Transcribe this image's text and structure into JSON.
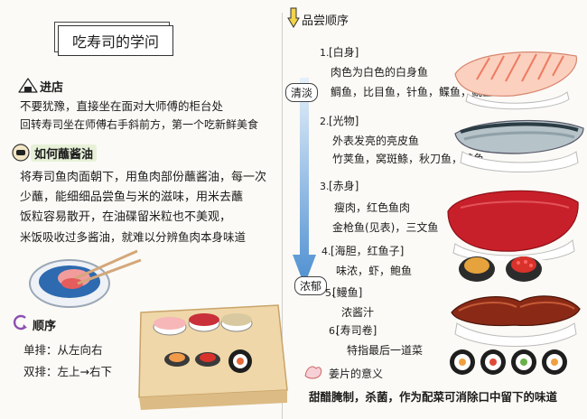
{
  "title": "吃寿司的学问",
  "left": {
    "enter_store": {
      "heading": "进店",
      "lines": [
        "不要犹豫，直接坐在面对大师傅的柜台处",
        "回转寿司坐在师傅右手斜前方，第一个吃新鲜美食"
      ]
    },
    "soy": {
      "heading": "如何蘸酱油",
      "lines": [
        "将寿司鱼肉面朝下，用鱼肉部份蘸酱油，每一次",
        "少蘸，能细细品尝鱼与米的滋味，用米去蘸",
        "饭粒容易散开，在油碟留米粒也不美观，",
        "米饭吸收过多酱油，就难以分辨鱼肉本身味道"
      ]
    },
    "order": {
      "heading": "顺序",
      "single": "单排：从左向右",
      "double": "双排：左上→右下"
    }
  },
  "right": {
    "heading": "品尝顺序",
    "light_label": "清淡",
    "heavy_label": "浓郁",
    "items": [
      {
        "num": "1.",
        "name": "[白身]",
        "lines": [
          "肉色为白色的白身鱼",
          "鲷鱼，比目鱼，针鱼，鲽鱼，鱿鱼"
        ]
      },
      {
        "num": "2.",
        "name": "[光物]",
        "lines": [
          "外表发亮的亮皮鱼",
          "竹荚鱼，窝斑鲦，秋刀鱼，鲭鱼"
        ]
      },
      {
        "num": "3.",
        "name": "[赤身]",
        "lines": [
          "瘦肉，红色鱼肉",
          "金枪鱼(见表)，三文鱼"
        ]
      },
      {
        "num": "4.",
        "name": "[海胆，红鱼子]",
        "lines": [
          "味浓，虾，鲍鱼"
        ]
      },
      {
        "num": "5.",
        "name": "[鳗鱼]",
        "lines": [
          "浓酱汁"
        ]
      },
      {
        "num": "6.",
        "name": "[寿司卷]",
        "lines": [
          "特指最后一道菜"
        ]
      }
    ],
    "ginger": {
      "heading": "姜片的意义",
      "text": "甜醋腌制，杀菌，作为配菜可消除口中留下的味道"
    }
  },
  "colors": {
    "accent_green": "#e7f1d8",
    "tuna_red": "#c8202a",
    "salmon": "#f39a7e",
    "arrow_blue": "#6aa2d6",
    "wood": "#e9cf9f"
  }
}
